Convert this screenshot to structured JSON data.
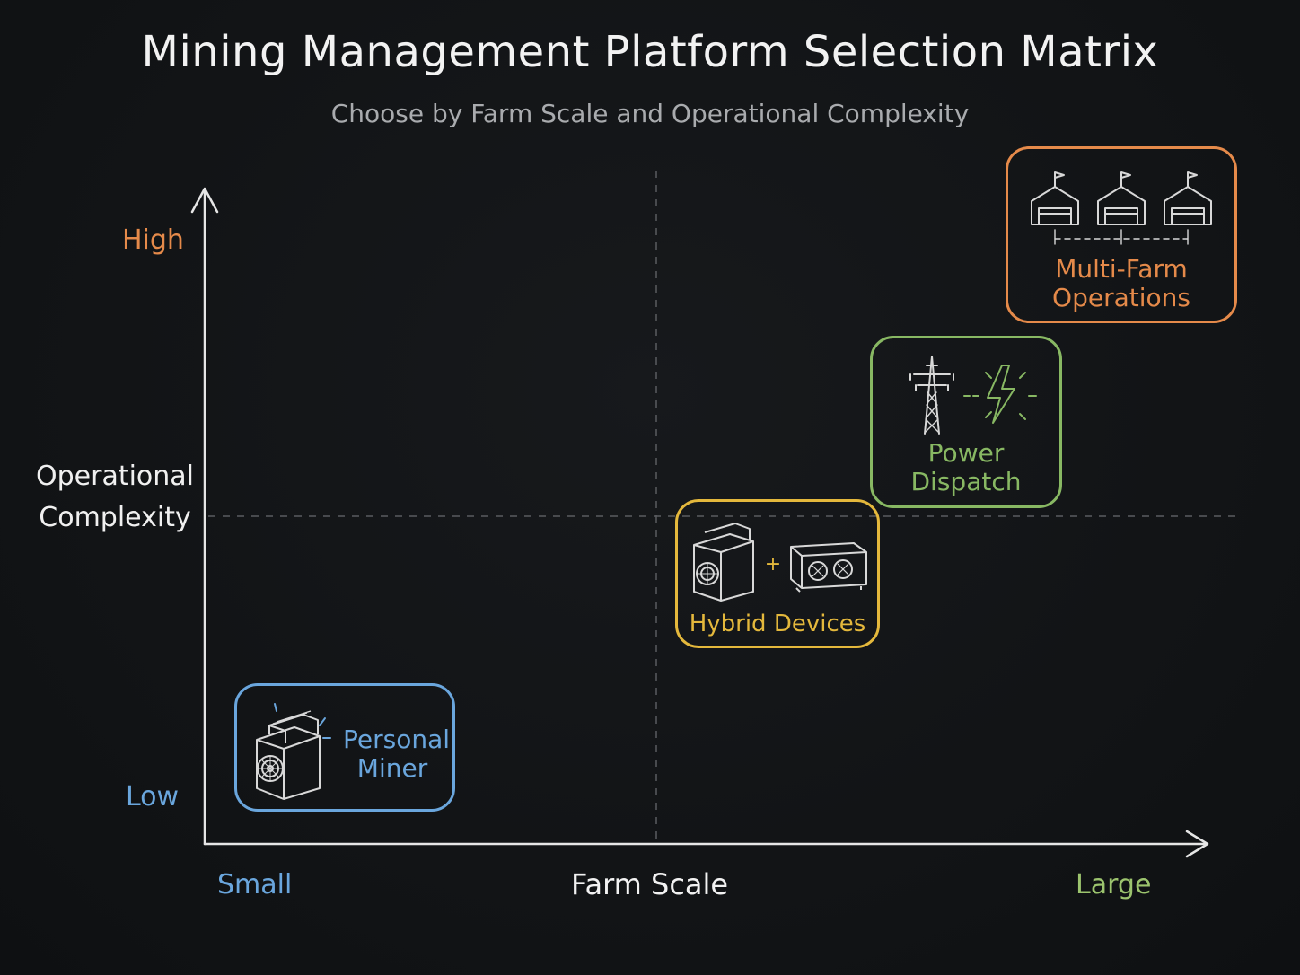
{
  "title": "Mining Management Platform Selection Matrix",
  "subtitle": "Choose by Farm Scale and Operational Complexity",
  "y_axis": {
    "title_line1": "Operational",
    "title_line2": "Complexity",
    "high_label": "High",
    "low_label": "Low"
  },
  "x_axis": {
    "title": "Farm Scale",
    "small_label": "Small",
    "large_label": "Large"
  },
  "quadrants": [
    {
      "label_line1": "Personal",
      "label_line2": "Miner",
      "icon": "asic-miner-icon",
      "color": "#6aa6dd",
      "scale": "Small",
      "complexity": "Low"
    },
    {
      "label_line1": "Hybrid Devices",
      "icon": "miner-plus-rig-icon",
      "color": "#e4b83c",
      "scale": "Large",
      "complexity": "Low"
    },
    {
      "label_line1": "Power",
      "label_line2": "Dispatch",
      "icon": "power-tower-lightning-icon",
      "color": "#88b863",
      "scale": "Large",
      "complexity": "High"
    },
    {
      "label_line1": "Multi-Farm",
      "label_line2": "Operations",
      "icon": "multiple-farms-icon",
      "color": "#e58a4a",
      "scale": "Large",
      "complexity": "High"
    }
  ],
  "colors": {
    "background": "#111315",
    "axis": "#e6e6e6",
    "divider": "#5a5c60",
    "low": "#6aa6dd",
    "high": "#e58a4a",
    "large": "#9cc46e"
  }
}
